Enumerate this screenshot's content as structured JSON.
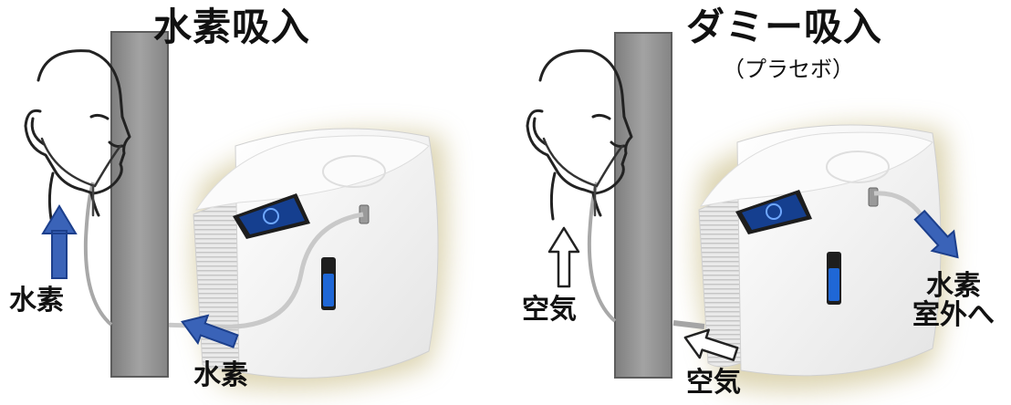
{
  "left_panel": {
    "title": "水素吸入",
    "label_person": "水素",
    "label_device": "水素"
  },
  "right_panel": {
    "title": "ダミー吸入",
    "subtitle": "（プラセボ）",
    "label_person": "空気",
    "label_device": "空気",
    "label_exhaust_line1": "水素",
    "label_exhaust_line2": "室外へ"
  },
  "colors": {
    "arrow_fill": "#3a63b8",
    "arrow_stroke": "#1c3f8c",
    "hollow_arrow_fill": "#ffffff",
    "wall_panel": "#8a8a8a",
    "device_body": "#f7f7f7",
    "glow": "#bfb070",
    "screen": "#153f8f"
  },
  "icons": [
    "head-outline-icon",
    "cannula-tube-icon",
    "hydrogen-generator-icon",
    "wall-panel-icon",
    "flow-arrow-icon"
  ]
}
